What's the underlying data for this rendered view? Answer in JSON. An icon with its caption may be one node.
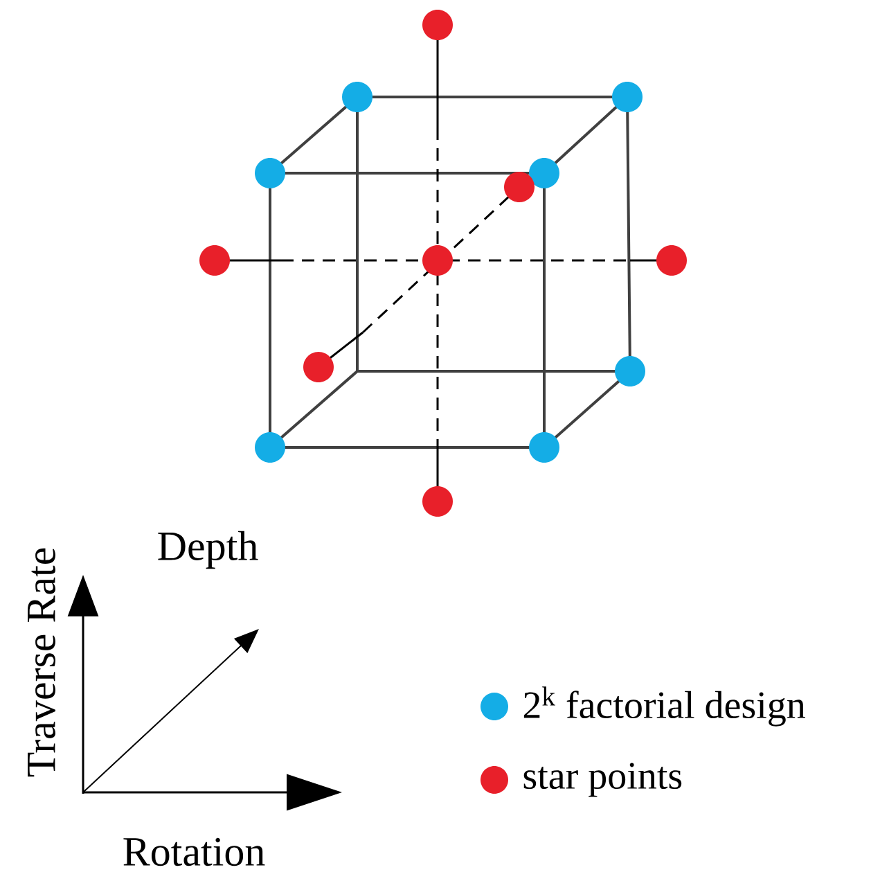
{
  "diagram": {
    "labels": [
      "Depth",
      "Traverse Rate",
      "Rotation"
    ],
    "legend": [
      {
        "text": "2$^{k}$ factorial design",
        "color": "#14ade6"
      },
      {
        "text": "star points",
        "color": "#e8202a"
      }
    ]
  }
}
